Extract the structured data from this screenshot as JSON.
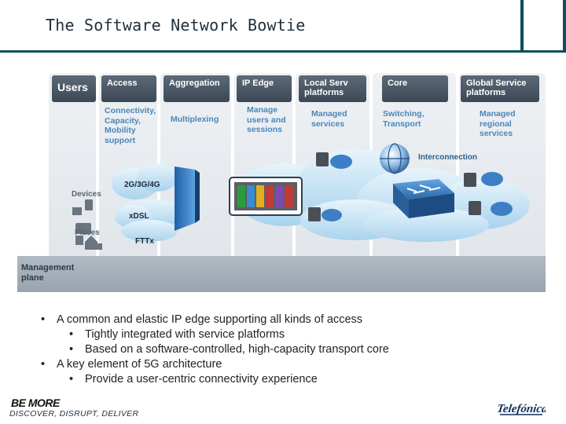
{
  "slide": {
    "title": "The Software Network Bowtie"
  },
  "diagram": {
    "columns": [
      {
        "header": "Users",
        "desc": ""
      },
      {
        "header": "Access",
        "desc": "Connectivity, Capacity, Mobility support"
      },
      {
        "header": "Aggregation",
        "desc": "Multiplexing"
      },
      {
        "header": "IP Edge",
        "desc": "Manage users and sessions"
      },
      {
        "header": "Local Serv platforms",
        "desc": "Managed services"
      },
      {
        "header": "Core",
        "desc": "Switching, Transport"
      },
      {
        "header": "Global Service platforms",
        "desc": "Managed regional services"
      }
    ],
    "labels": {
      "devices": "Devices",
      "places": "Places",
      "mobile": "2G/3G/4G",
      "xdsl": "xDSL",
      "fttx": "FTTx",
      "interconnection": "Interconnection"
    },
    "management_plane": "Management plane",
    "colors": {
      "header": "#4a5867",
      "desc": "#4a86b8",
      "cloud": "#bfe0f3",
      "edge_blue": "#2f72b8",
      "router": "#3d7fc4"
    },
    "icons": [
      "server-icon",
      "globe-icon",
      "router-icon",
      "edge-router-icon",
      "devices-icon"
    ]
  },
  "bullets": [
    {
      "level": 1,
      "text": "A common and elastic IP edge supporting all kinds of access"
    },
    {
      "level": 2,
      "text": "Tightly integrated with service platforms"
    },
    {
      "level": 2,
      "text": "Based on a software-controlled, high-capacity transport core"
    },
    {
      "level": 1,
      "text": "A key element of 5G architecture"
    },
    {
      "level": 2,
      "text": "Provide a user-centric connectivity experience"
    }
  ],
  "bullet_glyph": "•",
  "footer": {
    "brand": "BE MORE",
    "tagline": "DISCOVER, DISRUPT, DELIVER",
    "logo": "Telefónica"
  }
}
